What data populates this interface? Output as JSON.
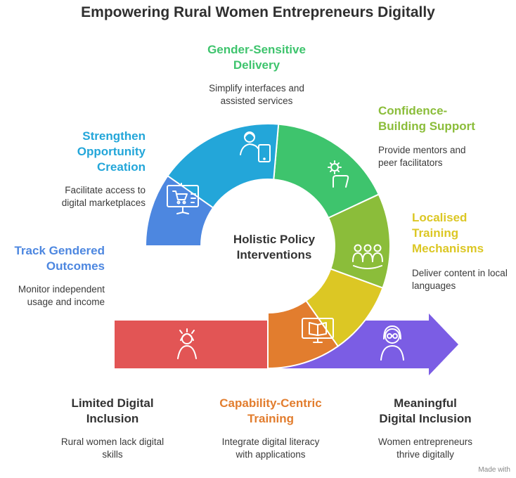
{
  "title": "Empowering Rural Women Entrepreneurs Digitally",
  "center": "Holistic Policy Interventions",
  "colors": {
    "gender": "#3ec46d",
    "confidence": "#8bbd3a",
    "localised": "#dcc724",
    "capability": "#e27d2e",
    "outcomes": "#4d87e0",
    "opportunity": "#23a6d9",
    "limited": "#e25555",
    "meaningful": "#7b5de4"
  },
  "segments": {
    "gender": {
      "title": "Gender-Sensitive Delivery",
      "title_l1": "Gender-Sensitive",
      "title_l2": "Delivery",
      "desc_l1": "Simplify interfaces and",
      "desc_l2": "assisted services",
      "icon": "person-with-tablet-icon"
    },
    "confidence": {
      "title_l1": "Confidence-",
      "title_l2": "Building Support",
      "desc_l1": "Provide mentors and",
      "desc_l2": "peer facilitators",
      "icon": "support-hand-icon"
    },
    "localised": {
      "title_l1": "Localised",
      "title_l2": "Training",
      "title_l3": "Mechanisms",
      "desc_l1": "Deliver content in local",
      "desc_l2": "languages",
      "icon": "group-icon"
    },
    "capability": {
      "title_l1": "Capability-Centric",
      "title_l2": "Training",
      "desc_l1": "Integrate digital literacy",
      "desc_l2": "with applications",
      "icon": "monitor-book-icon"
    },
    "outcomes": {
      "title_l1": "Track Gendered",
      "title_l2": "Outcomes",
      "desc_l1": "Monitor independent",
      "desc_l2": "usage and income",
      "icon": "woman-growth-icon"
    },
    "opportunity": {
      "title_l1": "Strengthen",
      "title_l2": "Opportunity",
      "title_l3": "Creation",
      "desc_l1": "Facilitate access to",
      "desc_l2": "digital marketplaces",
      "icon": "marketplace-board-icon"
    },
    "limited": {
      "title_l1": "Limited Digital",
      "title_l2": "Inclusion",
      "desc_l1": "Rural women lack digital",
      "desc_l2": "skills",
      "icon": "stressed-woman-icon"
    },
    "meaningful": {
      "title_l1": "Meaningful",
      "title_l2": "Digital Inclusion",
      "desc_l1": "Women entrepreneurs",
      "desc_l2": "thrive digitally",
      "icon": "woman-with-glasses-icon"
    }
  },
  "footer": "Made with"
}
